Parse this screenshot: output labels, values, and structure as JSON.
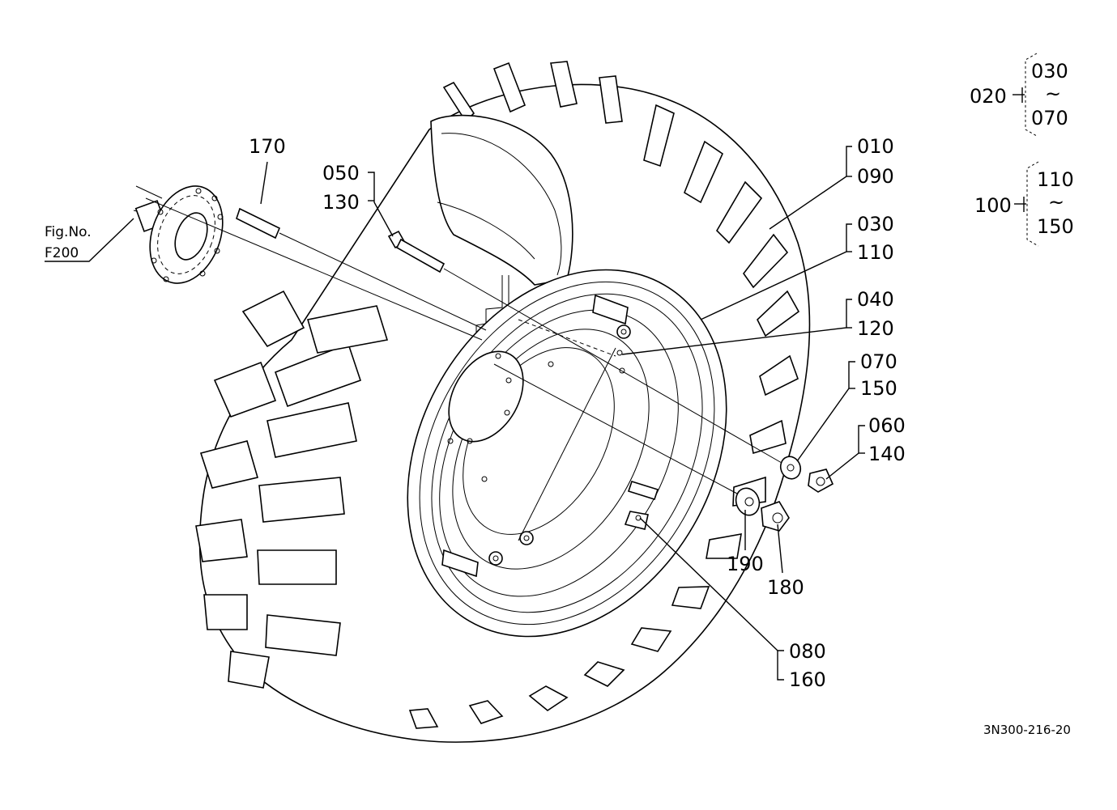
{
  "figure_ref": {
    "line1": "Fig.No.",
    "line2": "F200"
  },
  "part_labels": {
    "p170": "170",
    "p050": "050",
    "p130": "130",
    "p010": "010",
    "p090": "090",
    "p030": "030",
    "p110": "110",
    "p040": "040",
    "p120": "120",
    "p070": "070",
    "p150": "150",
    "p060": "060",
    "p140": "140",
    "p190": "190",
    "p180": "180",
    "p080": "080",
    "p160": "160"
  },
  "assembly_groups": [
    {
      "parent": "020",
      "from": "030",
      "to": "070",
      "tilde": "~"
    },
    {
      "parent": "100",
      "from": "110",
      "to": "150",
      "tilde": "~"
    }
  ],
  "drawing_number": "3N300-216-20"
}
